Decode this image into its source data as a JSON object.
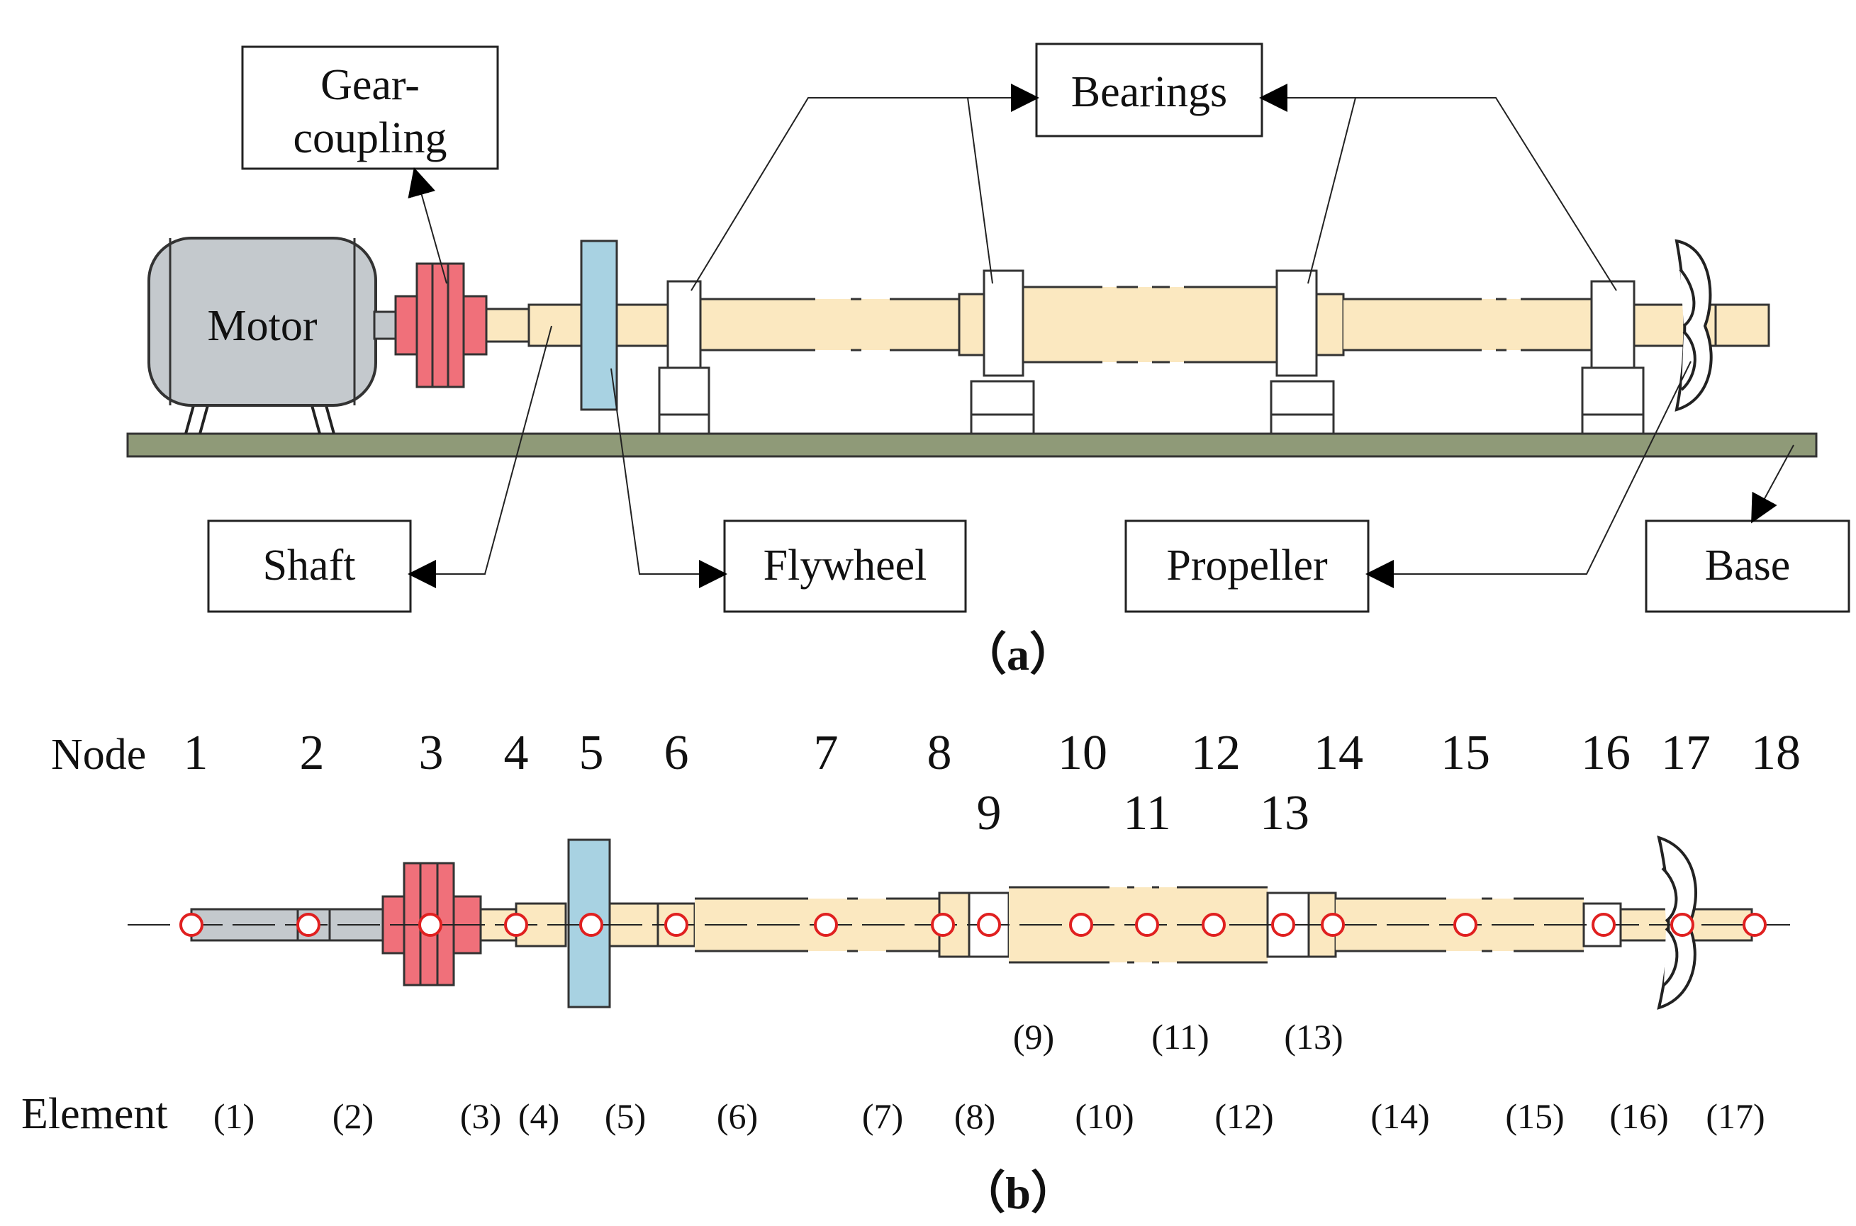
{
  "labels": {
    "gear_coupling_line1": "Gear-",
    "gear_coupling_line2": "coupling",
    "bearings": "Bearings",
    "motor": "Motor",
    "shaft": "Shaft",
    "flywheel": "Flywheel",
    "propeller": "Propeller",
    "base": "Base"
  },
  "captions": {
    "a": "（a）",
    "b": "（b）"
  },
  "row_headers": {
    "node": "Node",
    "element": "Element"
  },
  "nodes": [
    "1",
    "2",
    "3",
    "4",
    "5",
    "6",
    "7",
    "8",
    "9",
    "10",
    "11",
    "12",
    "13",
    "14",
    "15",
    "16",
    "17",
    "18"
  ],
  "elements": [
    "(1)",
    "(2)",
    "(3)",
    "(4)",
    "(5)",
    "(6)",
    "(7)",
    "(8)",
    "(9)",
    "(10)",
    "(11)",
    "(12)",
    "(13)",
    "(14)",
    "(15)",
    "(16)",
    "(17)"
  ],
  "colors": {
    "shaft": "#fbe8c0",
    "motor": "#c4c9cd",
    "coupling": "#f0707a",
    "flywheel": "#a8d2e2",
    "base": "#8f9a78",
    "node_marker": "#e02020"
  }
}
